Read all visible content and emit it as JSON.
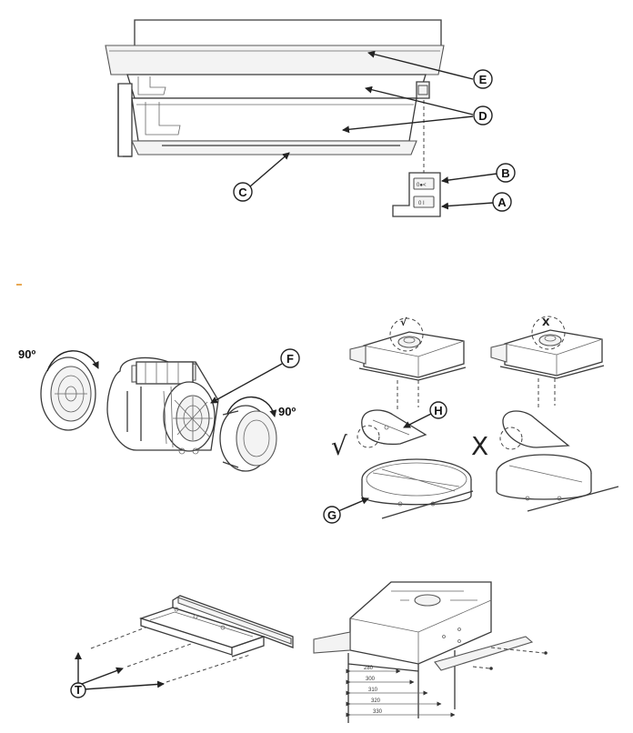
{
  "labels": {
    "E": "E",
    "D": "D",
    "C": "C",
    "B": "B",
    "A": "A",
    "F": "F",
    "H": "H",
    "G": "G",
    "T": "T"
  },
  "rotation": {
    "left": "90º",
    "right": "90º"
  },
  "marks": {
    "correct": "√",
    "wrong": "X",
    "small_correct": "√",
    "small_wrong": "X"
  },
  "switch_symbols": {
    "top": "0●<",
    "bottom": "0 I"
  },
  "dimensions": [
    "280",
    "300",
    "310",
    "320",
    "330"
  ]
}
